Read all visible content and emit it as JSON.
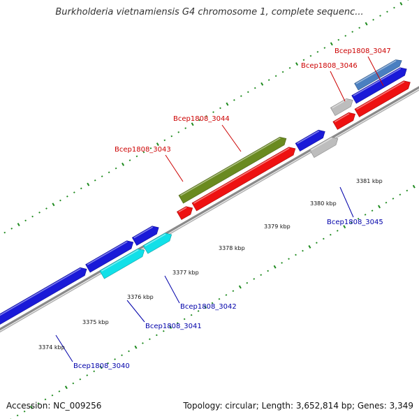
{
  "title": "Burkholderia vietnamiensis G4 chromosome 1, complete sequenc...",
  "footer": {
    "accession": "Accession: NC_009256",
    "summary": "Topology: circular; Length: 3,652,814 bp; Genes: 3,349"
  },
  "colors": {
    "backbone": "#8a8a8a",
    "ticks": "#1e8a1e",
    "label_upper": "#cc0000",
    "label_lower": "#0000aa",
    "red_gene": "#ee1111",
    "blue_gene": "#1a1ad8",
    "cyan_gene": "#11e0e8",
    "olive_gene": "#6a8a20",
    "gray_gene": "#bdbdbd",
    "steelblue_gene": "#4a7fc0"
  },
  "scale_labels": [
    "3374 kbp",
    "3375 kbp",
    "3376 kbp",
    "3377 kbp",
    "3378 kbp",
    "3379 kbp",
    "3380 kbp",
    "3381 kbp"
  ],
  "genes": [
    {
      "label": "Bcep1808_3040",
      "side": "lower"
    },
    {
      "label": "Bcep1808_3041",
      "side": "lower"
    },
    {
      "label": "Bcep1808_3042",
      "side": "lower"
    },
    {
      "label": "Bcep1808_3043",
      "side": "upper"
    },
    {
      "label": "Bcep1808_3044",
      "side": "upper"
    },
    {
      "label": "Bcep1808_3045",
      "side": "lower"
    },
    {
      "label": "Bcep1808_3046",
      "side": "upper"
    },
    {
      "label": "Bcep1808_3047",
      "side": "upper"
    }
  ]
}
